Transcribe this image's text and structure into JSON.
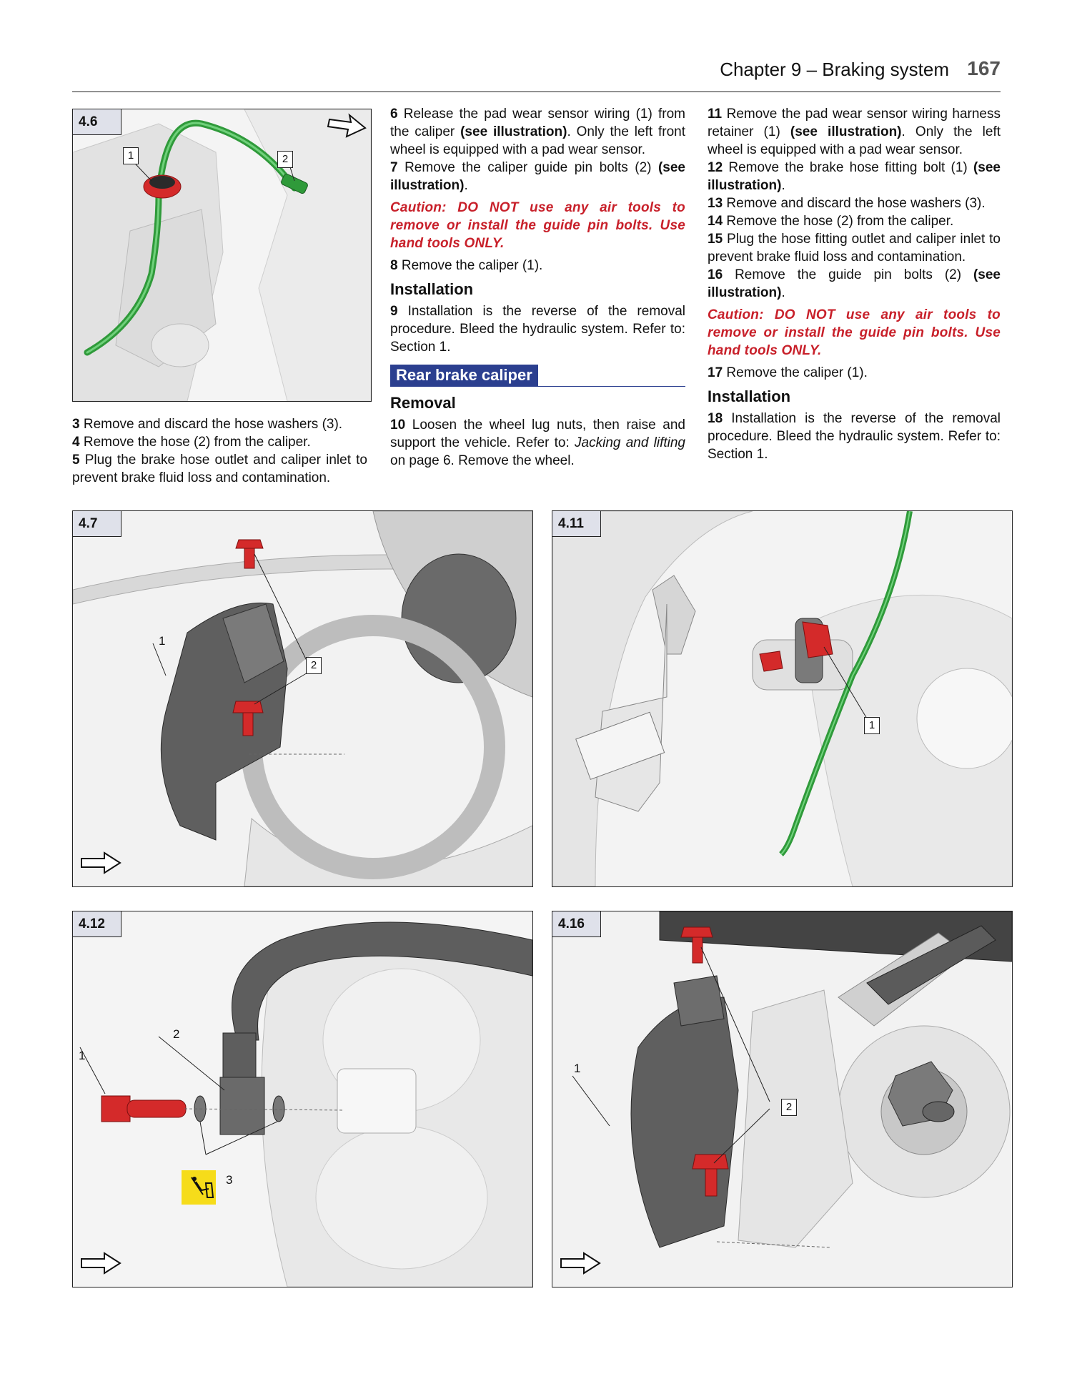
{
  "header": {
    "chapter": "Chapter 9 – Braking system",
    "page": "167"
  },
  "col1": {
    "p3_num": "3",
    "p3": " Remove and discard the hose washers (3).",
    "p4_num": "4",
    "p4": " Remove the hose (2) from the caliper.",
    "p5_num": "5",
    "p5": " Plug the brake hose outlet and caliper inlet to prevent brake fluid loss and contamination."
  },
  "col2": {
    "p6_num": "6",
    "p6_a": " Release the pad wear sensor wiring (1) from the caliper ",
    "p6_b": "(see illustration)",
    "p6_c": ". Only the left front wheel is equipped with a pad wear sensor.",
    "p7_num": "7",
    "p7_a": " Remove the caliper guide pin bolts (2) ",
    "p7_b": "(see illustration)",
    "p7_c": ".",
    "caution": "Caution: DO NOT use any air tools to remove or install the guide pin bolts. Use hand tools ONLY.",
    "p8_num": "8",
    "p8": " Remove the caliper (1).",
    "installation": "Installation",
    "p9_num": "9",
    "p9": " Installation is the reverse of the removal procedure. Bleed the hydraulic system. Refer to: Section 1.",
    "section": "Rear brake caliper",
    "removal": "Removal",
    "p10_num": "10",
    "p10_a": " Loosen the wheel lug nuts, then raise and support the vehicle. Refer to: ",
    "p10_b": "Jacking and lifting",
    "p10_c": " on page 6. Remove the wheel."
  },
  "col3": {
    "p11_num": "11",
    "p11_a": " Remove the pad wear sensor wiring harness retainer (1) ",
    "p11_b": "(see illustration)",
    "p11_c": ". Only the left wheel is equipped with a pad wear sensor.",
    "p12_num": "12",
    "p12_a": " Remove the brake hose fitting bolt (1) ",
    "p12_b": "(see illustration)",
    "p12_c": ".",
    "p13_num": "13",
    "p13": " Remove and discard the hose washers (3).",
    "p14_num": "14",
    "p14": " Remove the hose (2) from the caliper.",
    "p15_num": "15",
    "p15": " Plug the hose fitting outlet and caliper inlet to prevent brake fluid loss and contamination.",
    "p16_num": "16",
    "p16_a": " Remove the guide pin bolts (2) ",
    "p16_b": "(see illustration)",
    "p16_c": ".",
    "caution": "Caution: DO NOT use any air tools to remove or install the guide pin bolts. Use hand tools ONLY.",
    "p17_num": "17",
    "p17": " Remove the caliper (1).",
    "installation": "Installation",
    "p18_num": "18",
    "p18": " Installation is the reverse of the removal procedure. Bleed the hydraulic system. Refer to: Section 1."
  },
  "figures": {
    "f46": {
      "label": "4.6",
      "c1": "1",
      "c2": "2"
    },
    "f47": {
      "label": "4.7",
      "c1": "1",
      "c2": "2"
    },
    "f411": {
      "label": "4.11",
      "c1": "1"
    },
    "f412": {
      "label": "4.12",
      "c1": "1",
      "c2": "2",
      "c3": "3"
    },
    "f416": {
      "label": "4.16",
      "c1": "1",
      "c2": "2"
    }
  },
  "colors": {
    "caution": "#c8202a",
    "section_bar": "#2b3f8f",
    "wire": "#2f9a3a",
    "bolt": "#d42a2a",
    "label_bg": "#dfe1ea"
  }
}
